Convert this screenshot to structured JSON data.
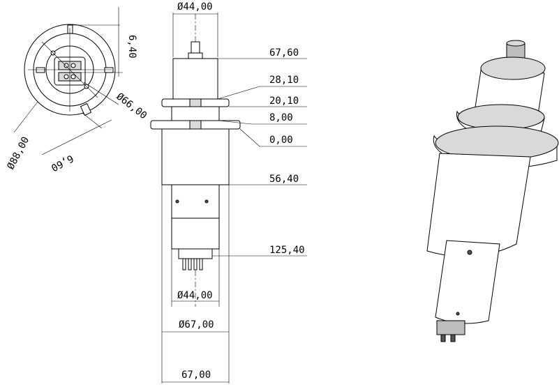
{
  "top_view": {
    "dim_gap": "6,40",
    "dim_bolt_circle": "Ø66,00",
    "dim_outer": "Ø88,00",
    "dim_slot": "6,60"
  },
  "side_view": {
    "dim_top_diameter": "Ø44,00",
    "dim_67_60": "67,60",
    "dim_28_10": "28,10",
    "dim_20_10": "20,10",
    "dim_8_00": "8,00",
    "dim_0_00": "0,00",
    "dim_56_40": "56,40",
    "dim_125_40": "125,40",
    "dim_bottom_diameter": "Ø44,00",
    "dim_body_diameter": "Ø67,00",
    "dim_width": "67,00"
  }
}
